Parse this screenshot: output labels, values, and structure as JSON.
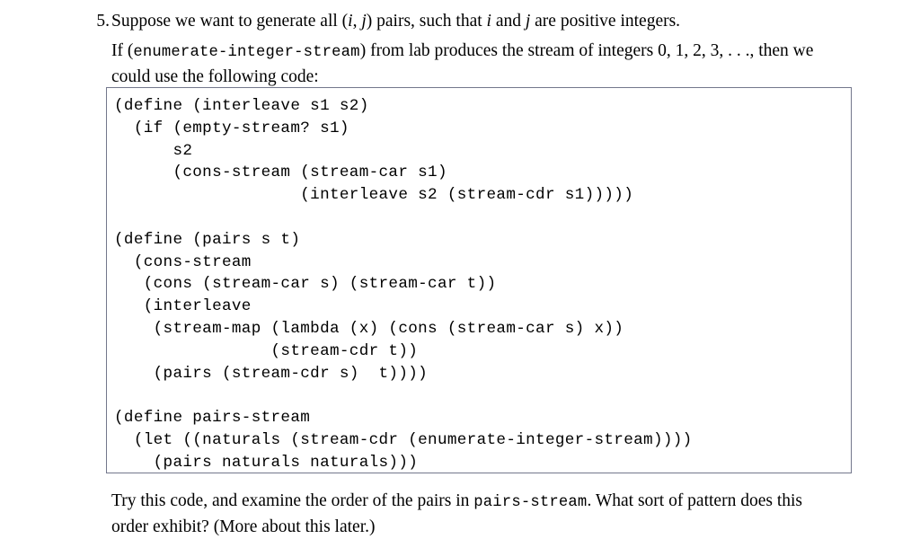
{
  "document": {
    "item": {
      "number": "5.",
      "intro_line_1_a": "Suppose we want to generate all (",
      "intro_i": "i",
      "intro_comma": ", ",
      "intro_j": "j",
      "intro_line_1_b": ") pairs, such that ",
      "intro_i2": "i",
      "intro_and": " and ",
      "intro_j2": "j",
      "intro_line_1_c": " are positive integers.",
      "intro_line_2_a": "If (",
      "intro_code_1": "enumerate-integer-stream",
      "intro_line_2_b": ") from lab produces the stream of integers 0, 1, 2, 3, . . ., then we",
      "intro_line_3": "could use the following code:"
    },
    "code_block": {
      "language": "scheme",
      "lines": [
        "(define (interleave s1 s2)",
        "  (if (empty-stream? s1)",
        "      s2",
        "      (cons-stream (stream-car s1)",
        "                   (interleave s2 (stream-cdr s1)))))",
        "",
        "(define (pairs s t)",
        "  (cons-stream",
        "   (cons (stream-car s) (stream-car t))",
        "   (interleave",
        "    (stream-map (lambda (x) (cons (stream-car s) x))",
        "                (stream-cdr t))",
        "    (pairs (stream-cdr s)  t))))",
        "",
        "(define pairs-stream",
        "  (let ((naturals (stream-cdr (enumerate-integer-stream))))",
        "    (pairs naturals naturals)))"
      ],
      "text": "(define (interleave s1 s2)\n  (if (empty-stream? s1)\n      s2\n      (cons-stream (stream-car s1)\n                   (interleave s2 (stream-cdr s1)))))\n\n(define (pairs s t)\n  (cons-stream\n   (cons (stream-car s) (stream-car t))\n   (interleave\n    (stream-map (lambda (x) (cons (stream-car s) x))\n                (stream-cdr t))\n    (pairs (stream-cdr s)  t))))\n\n(define pairs-stream\n  (let ((naturals (stream-cdr (enumerate-integer-stream))))\n    (pairs naturals naturals)))",
      "border_color": "#73778c"
    },
    "tail": {
      "line_1_a": "Try this code, and examine the order of the pairs in ",
      "code_1": "pairs-stream",
      "line_1_b": ". What sort of pattern does this",
      "line_2": "order exhibit? (More about this later.)"
    }
  }
}
